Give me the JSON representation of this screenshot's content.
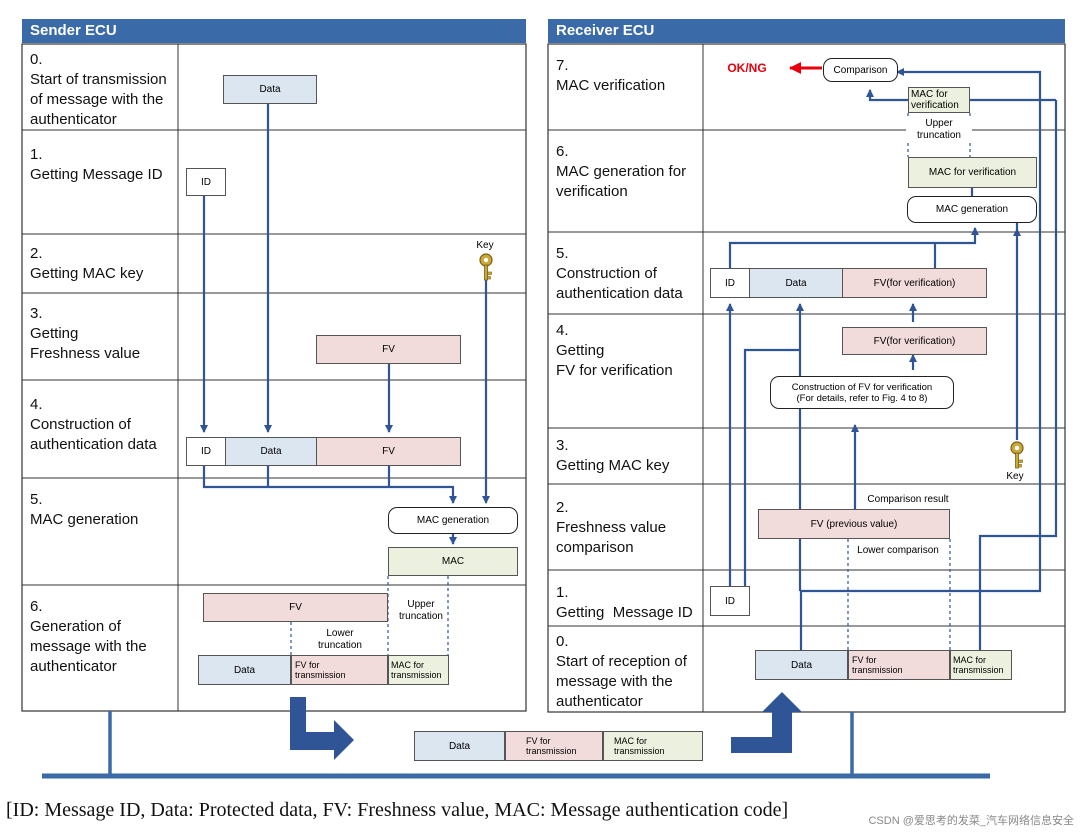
{
  "sender": {
    "header": "Sender ECU",
    "steps": [
      {
        "num": "0.",
        "label": "Start of transmission\nof message with the\nauthenticator"
      },
      {
        "num": "1.",
        "label": "Getting Message ID"
      },
      {
        "num": "2.",
        "label": "Getting MAC key"
      },
      {
        "num": "3.",
        "label": "Getting\nFreshness value"
      },
      {
        "num": "4.",
        "label": "Construction of\nauthentication data"
      },
      {
        "num": "5.",
        "label": "MAC generation"
      },
      {
        "num": "6.",
        "label": "Generation of\nmessage with the\nauthenticator"
      }
    ],
    "boxes": {
      "data0": "Data",
      "id1": "ID",
      "key": "Key",
      "fv3": "FV",
      "id4": "ID",
      "data4": "Data",
      "fv4": "FV",
      "macgen": "MAC generation",
      "mac": "MAC",
      "fv6": "FV",
      "upper_trunc": "Upper\ntruncation",
      "lower_trunc": "Lower\ntruncation",
      "data6": "Data",
      "fvtx6": "FV for\ntransmission",
      "mactx6": "MAC for\ntransmission"
    }
  },
  "receiver": {
    "header": "Receiver ECU",
    "steps": [
      {
        "num": "7.",
        "label": "MAC verification"
      },
      {
        "num": "6.",
        "label": "MAC generation for\nverification"
      },
      {
        "num": "5.",
        "label": "Construction of\nauthentication data"
      },
      {
        "num": "4.",
        "label": "Getting\nFV for verification"
      },
      {
        "num": "3.",
        "label": "Getting MAC key"
      },
      {
        "num": "2.",
        "label": "Freshness value\ncomparison"
      },
      {
        "num": "1.",
        "label": "Getting  Message ID"
      },
      {
        "num": "0.",
        "label": "Start of reception of\nmessage with the\nauthenticator"
      }
    ],
    "boxes": {
      "okng": "OK/NG",
      "comparison": "Comparison",
      "mac_ver7": "MAC for\nverification",
      "upper_trunc": "Upper\ntruncation",
      "mac_ver6": "MAC for verification",
      "macgen": "MAC generation",
      "id5": "ID",
      "data5": "Data",
      "fv5": "FV(for verification)",
      "fv4": "FV(for verification)",
      "construct": "Construction of FV for verification\n(For details, refer to Fig. 4 to 8)",
      "key": "Key",
      "comp_result": "Comparison result",
      "fv_prev": "FV (previous value)",
      "lower_comp": "Lower comparison",
      "id1": "ID",
      "data0": "Data",
      "fvtx0": "FV for\ntransmission",
      "mactx0": "MAC for\ntransmission"
    }
  },
  "transfer": {
    "data": "Data",
    "fv": "FV for\ntransmission",
    "mac": "MAC for\ntransmission"
  },
  "legend": "[ID: Message ID, Data: Protected data, FV: Freshness value, MAC: Message authentication code]",
  "watermark": "CSDN @爱思考的发菜_汽车网络信息安全",
  "colors": {
    "header": "#3a6aa8",
    "arrow": "#2f5597",
    "okng": "#e8000d"
  }
}
